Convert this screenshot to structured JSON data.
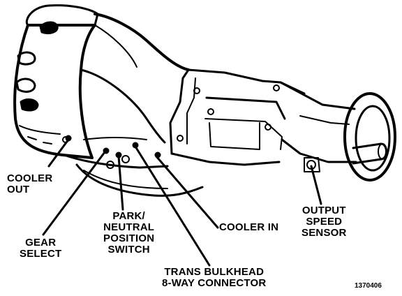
{
  "labels": {
    "cooler_out": [
      "COOLER",
      "OUT"
    ],
    "gear_select": [
      "GEAR",
      "SELECT"
    ],
    "park_neutral": [
      "PARK/",
      "NEUTRAL",
      "POSITION",
      "SWITCH"
    ],
    "cooler_in": [
      "COOLER IN"
    ],
    "trans_bulkhead": [
      "TRANS BULKHEAD",
      "8-WAY CONNECTOR"
    ],
    "output_speed": [
      "OUTPUT",
      "SPEED",
      "SENSOR"
    ]
  },
  "figure_id": "1370406",
  "colors": {
    "ink": "#000000",
    "paper": "#ffffff"
  }
}
